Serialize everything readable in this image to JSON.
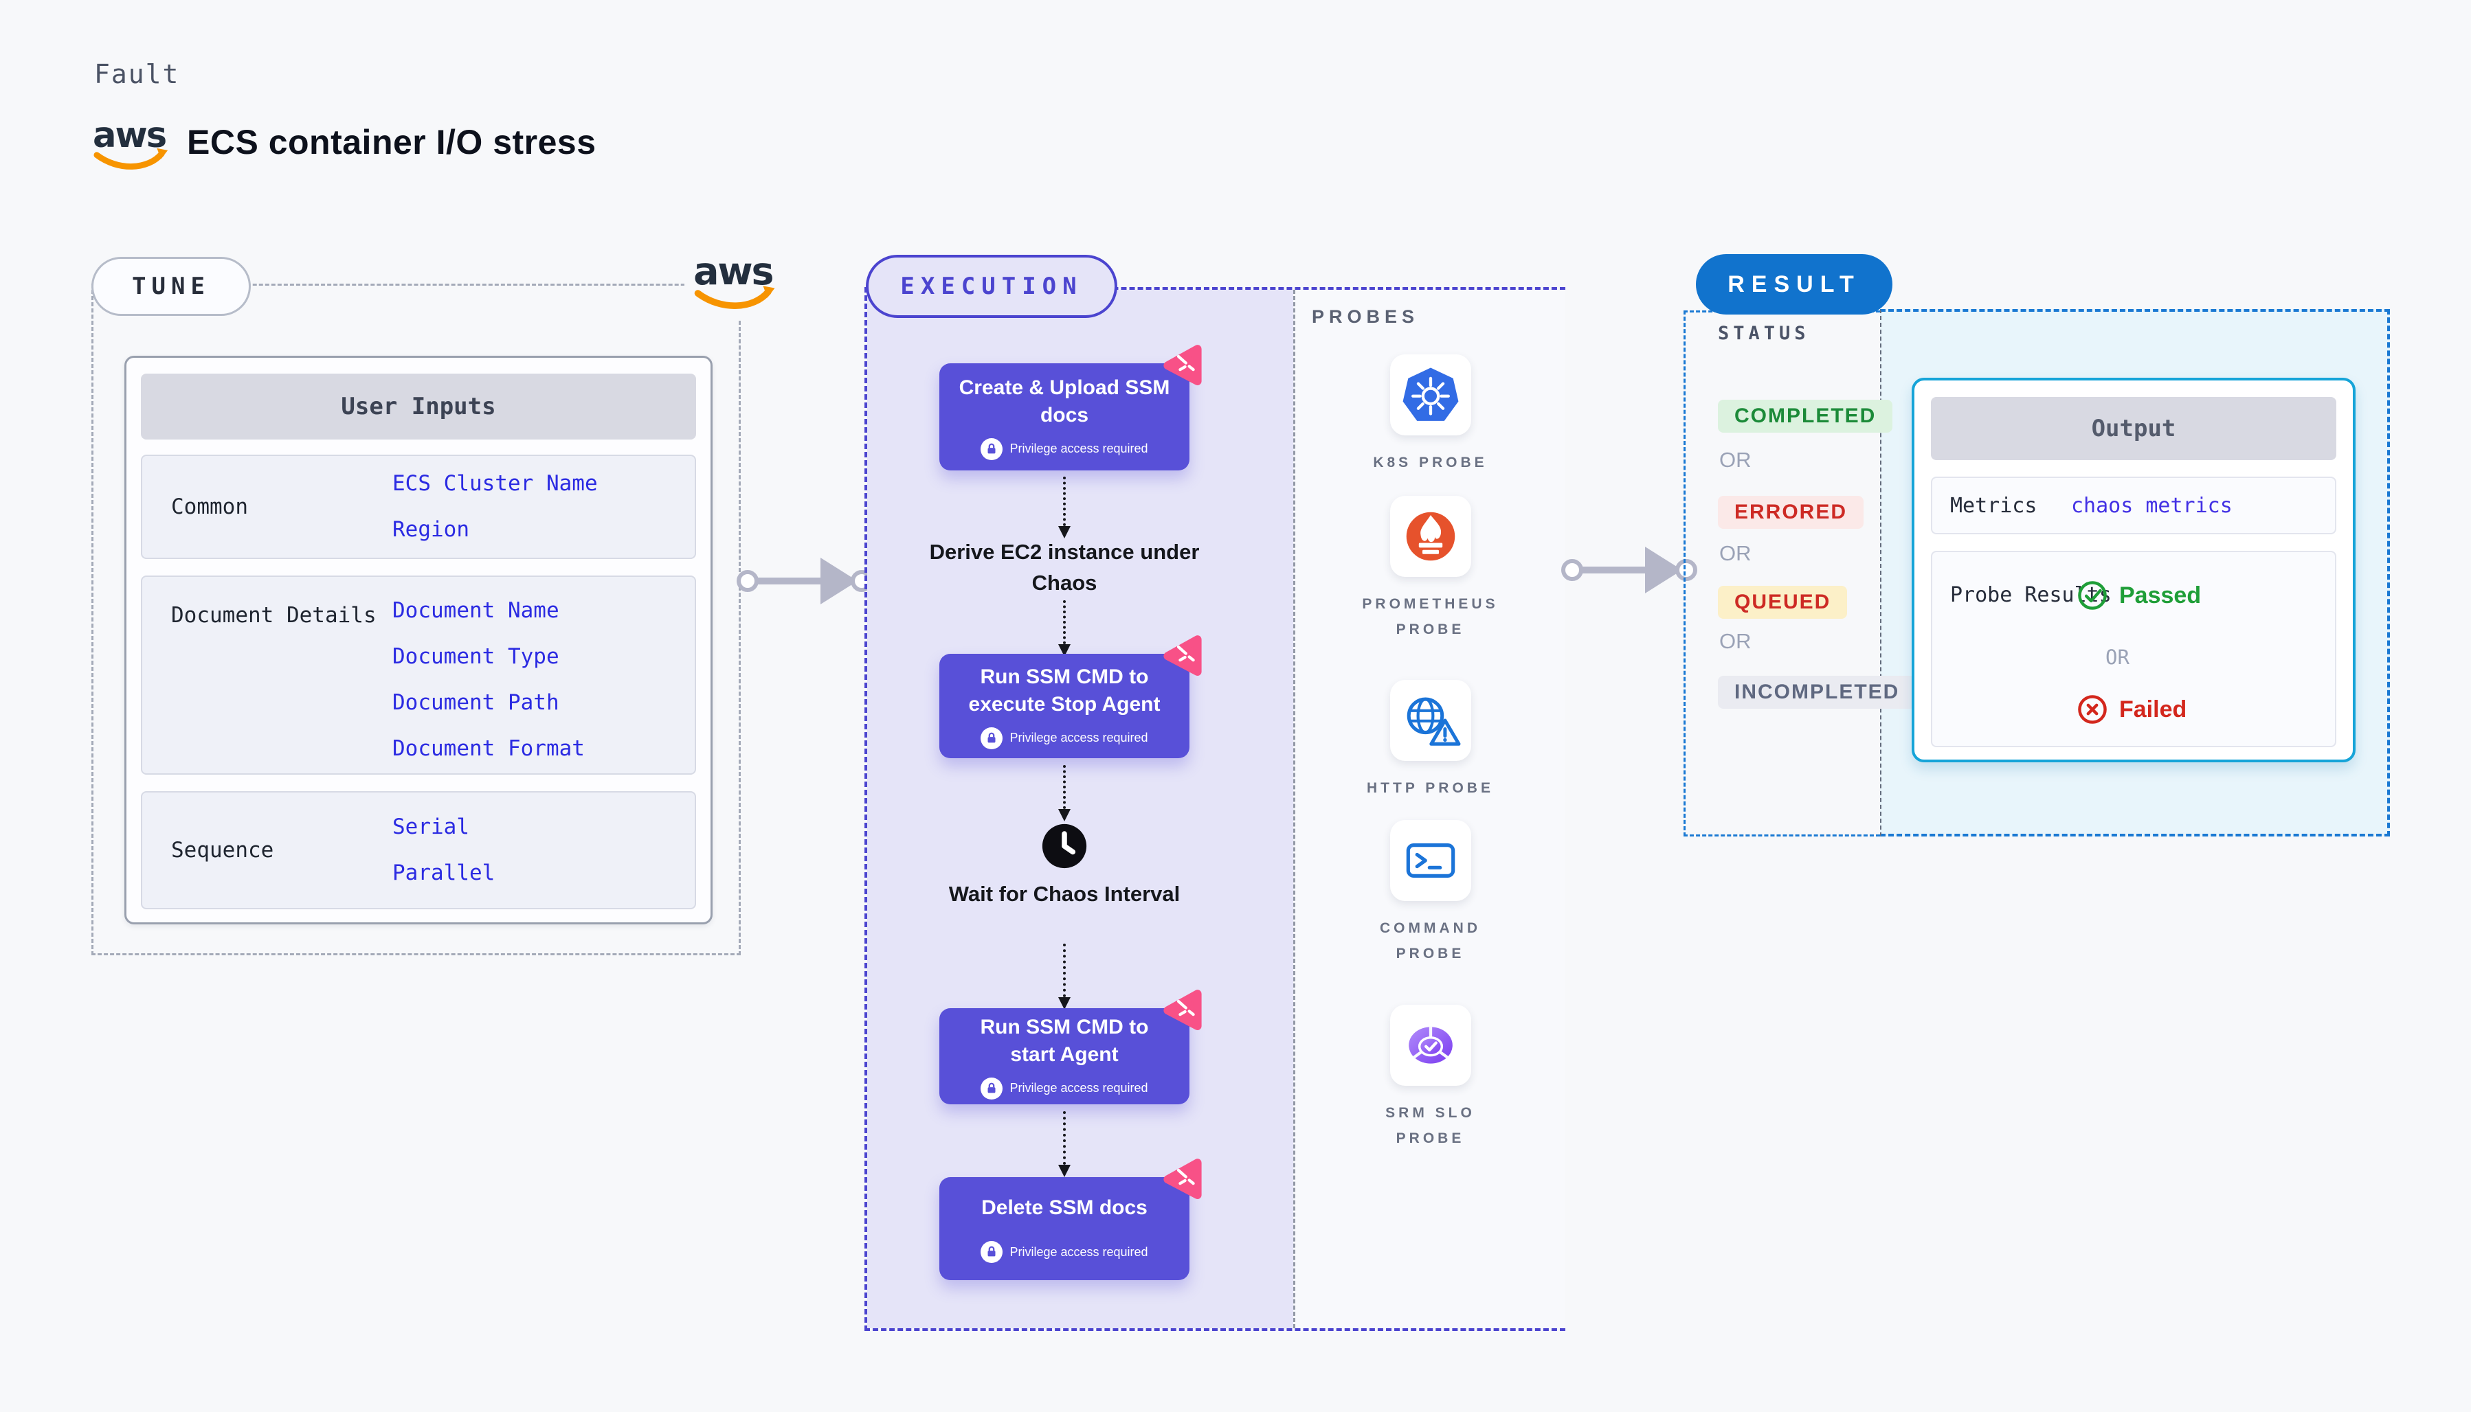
{
  "header": {
    "kicker": "Fault",
    "title": "ECS container I/O stress",
    "aws_wordmark": "aws"
  },
  "tune": {
    "pill": "TUNE",
    "user_inputs": {
      "title": "User Inputs",
      "groups": [
        {
          "label": "Common",
          "items": [
            "ECS Cluster Name",
            "Region"
          ]
        },
        {
          "label": "Document Details",
          "items": [
            "Document Name",
            "Document Type",
            "Document Path",
            "Document Format"
          ]
        },
        {
          "label": "Sequence",
          "items": [
            "Serial",
            "Parallel"
          ]
        }
      ]
    }
  },
  "execution": {
    "pill": "EXECUTION",
    "cards": [
      {
        "title": "Create & Upload SSM docs",
        "lock_label": "Privilege access required"
      },
      {
        "title": "Run SSM CMD to execute Stop Agent",
        "lock_label": "Privilege access required"
      },
      {
        "title": "Run SSM CMD to start Agent",
        "lock_label": "Privilege access required"
      },
      {
        "title": "Delete SSM docs",
        "lock_label": "Privilege access required"
      }
    ],
    "derive_step": "Derive EC2 instance under Chaos",
    "wait_step": "Wait for Chaos Interval",
    "probes": {
      "heading": "PROBES",
      "items": [
        {
          "label": "K8S PROBE",
          "icon": "kubernetes-icon"
        },
        {
          "label": "PROMETHEUS PROBE",
          "icon": "prometheus-icon"
        },
        {
          "label": "HTTP PROBE",
          "icon": "http-globe-warning-icon"
        },
        {
          "label": "COMMAND PROBE",
          "icon": "terminal-icon"
        },
        {
          "label": "SRM SLO PROBE",
          "icon": "srm-slo-donut-icon"
        }
      ]
    }
  },
  "result": {
    "pill": "RESULT",
    "status_heading": "STATUS",
    "or_label": "OR",
    "statuses": [
      {
        "label": "COMPLETED",
        "fg": "#1b8a38",
        "bg": "#dcf2df"
      },
      {
        "label": "ERRORED",
        "fg": "#cd2a24",
        "bg": "#fbe9e8"
      },
      {
        "label": "QUEUED",
        "fg": "#cd2a24",
        "bg": "#fcf0c8"
      },
      {
        "label": "INCOMPLETED",
        "fg": "#5f6880",
        "bg": "#eaebf1"
      }
    ],
    "output": {
      "title": "Output",
      "metrics_label": "Metrics",
      "metrics_value": "chaos metrics",
      "probe_results_label": "Probe Results",
      "passed_label": "Passed",
      "or_label": "OR",
      "failed_label": "Failed"
    }
  },
  "colors": {
    "page_background": "#f7f8fa",
    "aws_orange": "#f79400",
    "aws_navy": "#232f3e",
    "node_purple": "#5850d8",
    "execution_accent": "#4b44cf",
    "execution_panel": "#e5e4f8",
    "tune_dash_grey": "#a4aab8",
    "result_blue": "#1173cd",
    "result_dash_blue": "#1a79d3",
    "output_border_cyan": "#16a4d8",
    "output_panel_blue": "#e8f5fb",
    "value_text_blue": "#2b2be2",
    "metrics_value_blue": "#4331e4",
    "passed_green": "#1f9e38",
    "failed_red": "#d3271d",
    "chaos_badge_pink": "#f85187",
    "kubernetes_blue": "#326ce5",
    "prometheus_orange": "#e6522c",
    "probe_icon_blue": "#1b74d8",
    "srm_purple": "#8b5cf6",
    "arrow_grey": "#b4b6c8"
  }
}
